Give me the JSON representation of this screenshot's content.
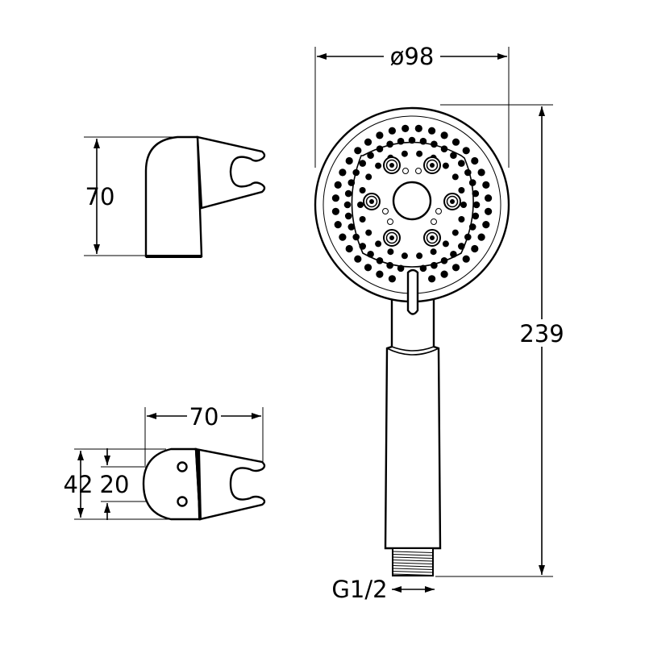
{
  "dimensions": {
    "holder_height": "70",
    "holder_width": "70",
    "holder_total_height": "42",
    "holder_hole_spacing": "20",
    "head_diameter": "ø98",
    "overall_length": "239",
    "thread": "G1/2"
  },
  "nozzles": {
    "outer_ring_count": 36,
    "middle_ring_count": 22
  }
}
